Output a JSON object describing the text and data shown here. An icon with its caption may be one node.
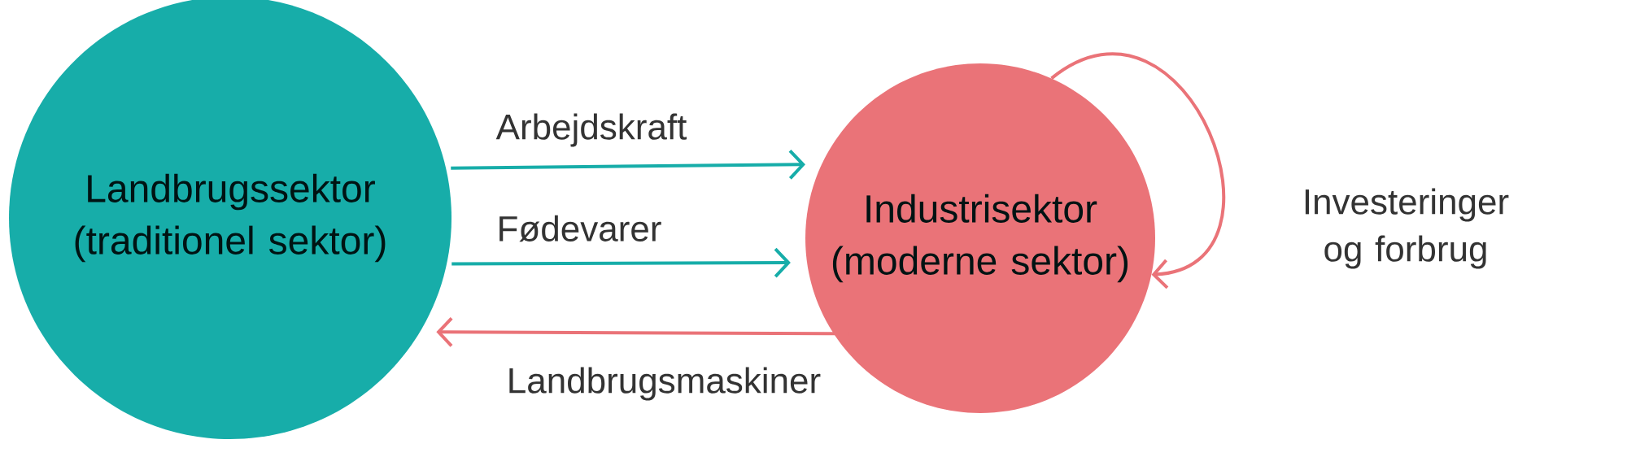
{
  "diagram": {
    "nodes": [
      {
        "text": [
          "Landbrugssektor (traditionel sektor)"
        ]
      },
      {
        "text": [
          "Industrisektor (moderne sektor)"
        ]
      }
    ],
    "edges": [
      {
        "from": 0,
        "to": 1,
        "arrow": "to",
        "label": "Arbejdskraft",
        "color": "#17ada9"
      },
      {
        "from": 0,
        "to": 1,
        "arrow": "to",
        "label": "Fødevarer",
        "color": "#17ada9"
      },
      {
        "from": 1,
        "to": 0,
        "arrow": "to",
        "label": "Landbrugsmaskiner",
        "color": "#ea7378"
      },
      {
        "from": 1,
        "to": 1,
        "arrow": "to",
        "label": "Investeringer og forbrug",
        "color": "#ea7378"
      }
    ]
  }
}
